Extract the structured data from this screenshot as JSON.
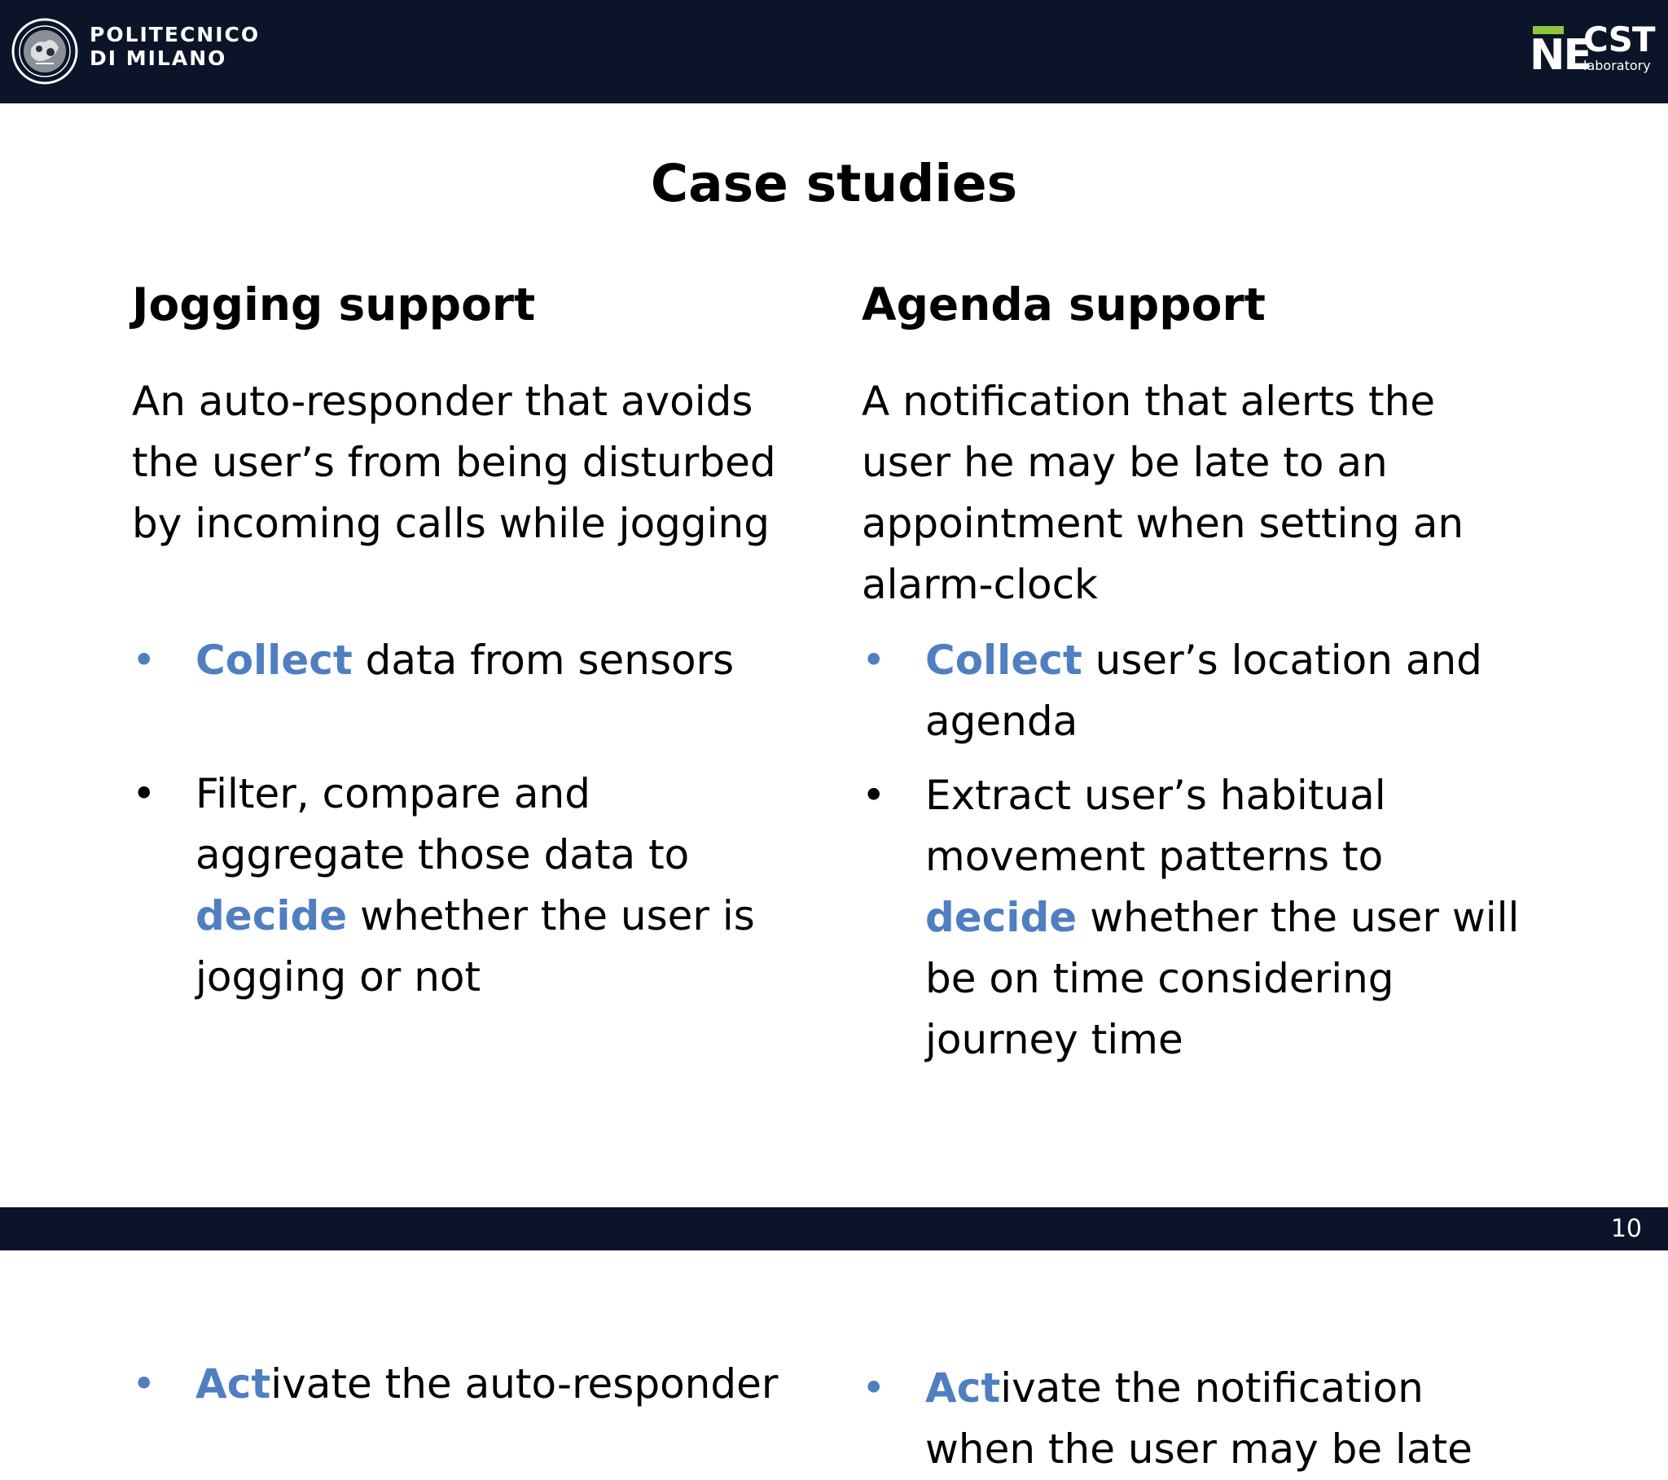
{
  "header": {
    "institution_line1": "POLITECNICO",
    "institution_line2": "DI MILANO",
    "lab_logo_ne": "NE",
    "lab_logo_cst": "CST",
    "lab_logo_sub": "laboratory"
  },
  "slide": {
    "title": "Case studies",
    "page_number": "10"
  },
  "left": {
    "heading": "Jogging support",
    "description": "An auto-responder that avoids\nthe user’s from being disturbed\nby incoming calls while jogging",
    "bullet1": {
      "accent": "Collect",
      "rest": " data from sensors"
    },
    "bullet2": {
      "pre": "Filter, compare and\naggregate those data to\n",
      "accent": "decide",
      "rest": " whether the user is\njogging or not"
    },
    "bullet3": {
      "accent": "Act",
      "rest": "ivate the auto-responder"
    }
  },
  "right": {
    "heading": "Agenda support",
    "description": "A notification that alerts the\nuser he may be late to an\nappointment when setting an\nalarm-clock",
    "bullet1": {
      "accent": "Collect",
      "rest": " user’s location and\nagenda"
    },
    "bullet2": {
      "pre": "Extract user’s habitual\nmovement patterns to\n",
      "accent": "decide",
      "rest": " whether the user will\nbe on time considering\njourney time"
    },
    "bullet3": {
      "accent": "Act",
      "rest": "ivate the notification\nwhen the user may be late"
    }
  },
  "colors": {
    "bar_background": "#0b1428",
    "accent_blue": "#4f7fc1",
    "lab_green": "#8cc63f"
  },
  "icons": {
    "institution_logo": "seal-logo",
    "bullet": "bullet-dot"
  }
}
